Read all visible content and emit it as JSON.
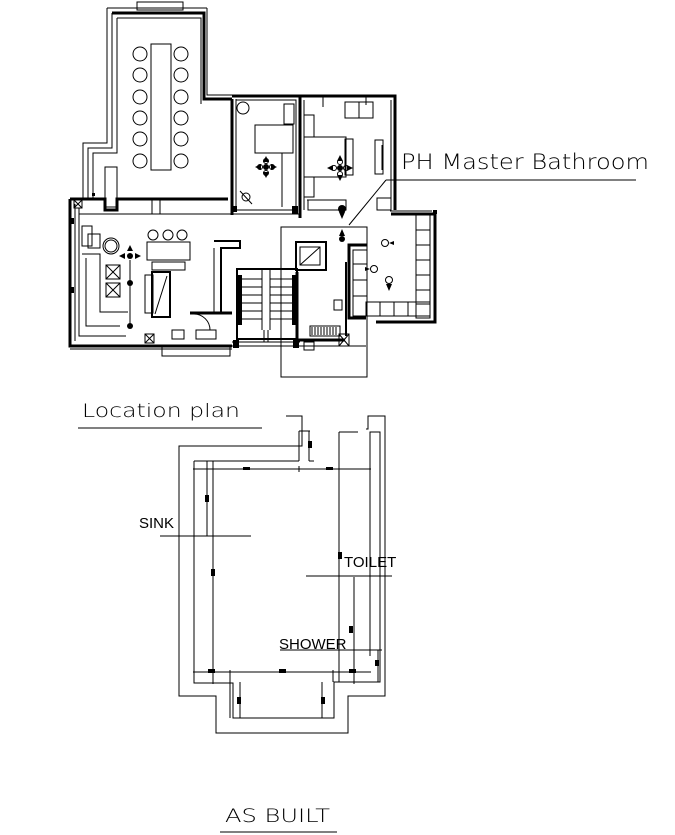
{
  "location_plan": {
    "title": "Location plan",
    "callout_label": "PH Master Bathroom"
  },
  "bathroom_plan": {
    "labels": {
      "sink": "SINK",
      "toilet": "TOILET",
      "shower": "SHOWER"
    },
    "title": "AS BUILT"
  },
  "colors": {
    "background": "#ffffff",
    "linework": "#000000"
  }
}
